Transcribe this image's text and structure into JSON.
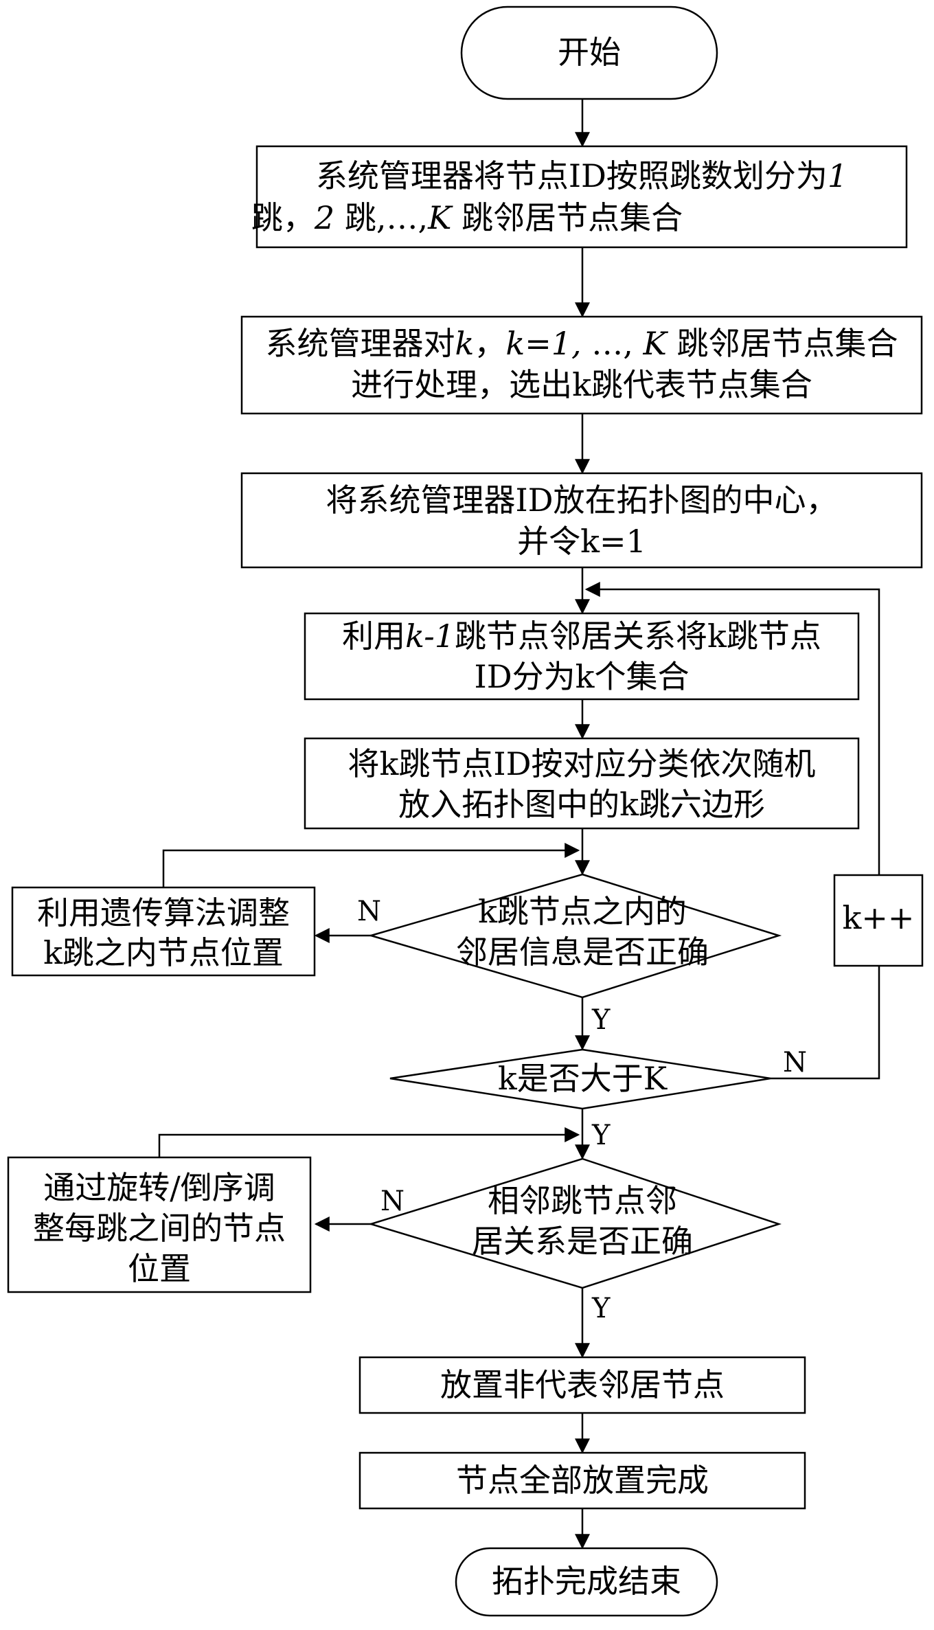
{
  "flowchart": {
    "start": "开始",
    "step1": {
      "line1_a": "系统管理器将节点ID按照跳数划分为",
      "line1_b": "1",
      "line2_a": "跳，",
      "line2_b": "2",
      "line2_c": " 跳,…,",
      "line2_d": "K",
      "line2_e": " 跳邻居节点集合"
    },
    "step2": {
      "line1_a": "系统管理器对",
      "line1_b": "k",
      "line1_c": "，",
      "line1_d": "k=1,",
      "line1_e": " …,",
      "line1_f": " K",
      "line1_g": " 跳邻居节点集合",
      "line2": "进行处理，选出k跳代表节点集合"
    },
    "step3": {
      "line1": "将系统管理器ID放在拓扑图的中心，",
      "line2": "并令k=1"
    },
    "step4": {
      "line1_a": "利用",
      "line1_b": "k-1",
      "line1_c": "跳节点邻居关系将k跳节点",
      "line2": "ID分为k个集合"
    },
    "step5": {
      "line1": "将k跳节点ID按对应分类依次随机",
      "line2": "放入拓扑图中的k跳六边形"
    },
    "decision1": {
      "line1": "k跳节点之内的",
      "line2": "邻居信息是否正确"
    },
    "adjust1": {
      "line1": "利用遗传算法调整",
      "line2": "k跳之内节点位置"
    },
    "decision2": "k是否大于K",
    "increment": "k++",
    "decision3": {
      "line1": "相邻跳节点邻",
      "line2": "居关系是否正确"
    },
    "adjust2": {
      "line1": "通过旋转/倒序调",
      "line2": "整每跳之间的节点",
      "line3": "位置"
    },
    "step6": "放置非代表邻居节点",
    "step7": "节点全部放置完成",
    "end": "拓扑完成结束",
    "labels": {
      "yes": "Y",
      "no": "N"
    }
  }
}
